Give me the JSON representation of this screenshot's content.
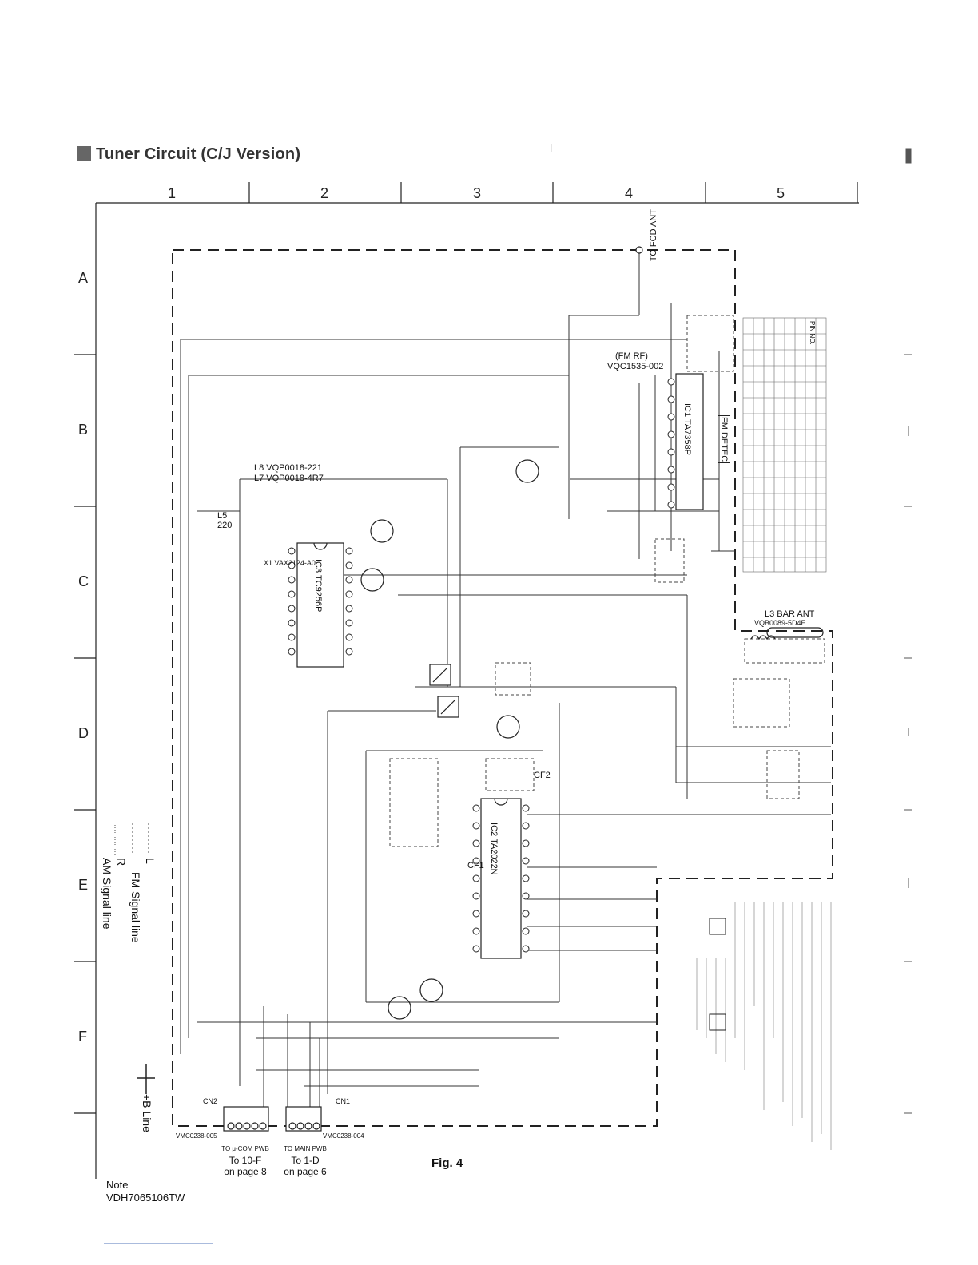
{
  "title": "Tuner Circuit (C/J Version)",
  "columns": [
    "1",
    "2",
    "3",
    "4",
    "5"
  ],
  "rows": [
    "A",
    "B",
    "C",
    "D",
    "E",
    "F"
  ],
  "legend": {
    "l": "L",
    "fm": "FM Signal line",
    "r": "R",
    "am": "AM Signal line",
    "b": "+B Line"
  },
  "figure": "Fig. 4",
  "note": {
    "line1": "Note",
    "line2": "VDH7065106TW"
  },
  "refs": {
    "left_head": "TO μ-COM PWB",
    "left_to": "To 10-F",
    "left_page": "on page 8",
    "right_head": "TO MAIN PWB",
    "right_to": "To 1-D",
    "right_page": "on page 6"
  },
  "connectors": {
    "cn2": "CN2",
    "cn2_part": "VMC0238-005",
    "cn1": "CN1",
    "cn1_part": "VMC0238-004"
  },
  "components": {
    "ic1": "IC1 TA7358P",
    "ic2": "IC2 TA2022N",
    "ic3": "IC3 TC9256P",
    "bar_ant": "L3 BAR ANT",
    "bar_ant_part": "VQB0089-5D4E",
    "fm_rf": "(FM RF)",
    "fm_rf_part": "VQC1535-002",
    "to_fm_ant": "TO FCD ANT",
    "l8": "L8 VQP0018-221",
    "l7": "L7 VQP0018-4R7",
    "x1": "X1 VAX2124-A0",
    "cf1": "CF1",
    "cf2": "CF2",
    "fm_detec": "FM DETEC",
    "l5": "L5",
    "l5_val": "220"
  },
  "table_header": "PIN NO."
}
